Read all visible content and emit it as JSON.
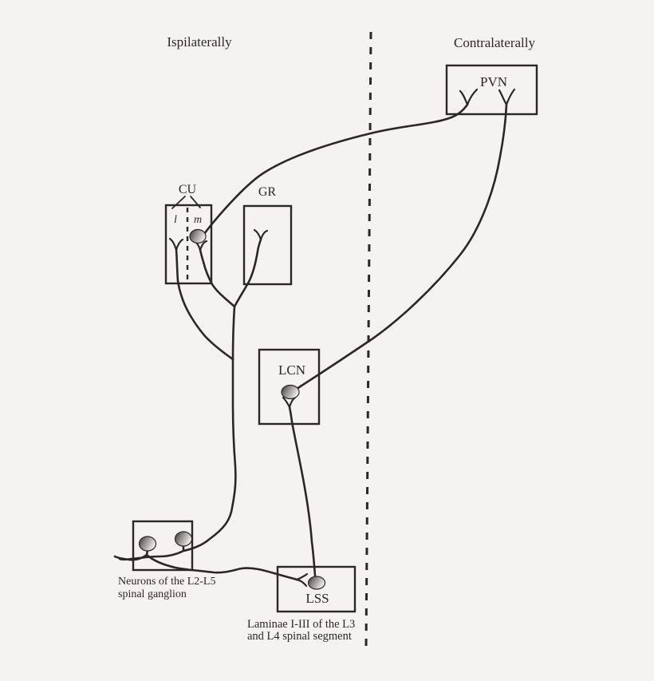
{
  "diagram": {
    "side_labels": {
      "left": "Ispilaterally",
      "right": "Contralaterally"
    },
    "nodes": {
      "pvn": "PVN",
      "cu": "CU",
      "cu_sublabels": {
        "lateral": "l",
        "medial": "m"
      },
      "gr": "GR",
      "lcn": "LCN",
      "lss": "LSS"
    },
    "captions": {
      "ganglion": {
        "line1": "Neurons of the L2-L5",
        "line2": "spinal ganglion"
      },
      "lss": {
        "line1": "Laminae I-III of the L3",
        "line2": "and L4 spinal segment"
      }
    },
    "edges": [
      {
        "from": "CU neuron (m part)",
        "to": "PVN terminal (left)",
        "crosses_midline": true
      },
      {
        "from": "LCN neuron",
        "to": "PVN terminal (right)",
        "crosses_midline": true
      },
      {
        "from": "spinal ganglion neuron (right)",
        "to": "terminals in CU (l, m) and GR",
        "crosses_midline": false
      },
      {
        "from": "spinal ganglion neuron (left)",
        "to": "terminal at LSS neuron",
        "crosses_midline": false
      },
      {
        "from": "LSS neuron",
        "to": "terminal below LCN neuron",
        "crosses_midline": false
      }
    ],
    "colors": {
      "background": "#f5f3f1",
      "line": "#2b2724",
      "text": "#2b2724",
      "neuron_gradient_dark": "#343130",
      "neuron_gradient_light": "#f0eeea"
    }
  }
}
